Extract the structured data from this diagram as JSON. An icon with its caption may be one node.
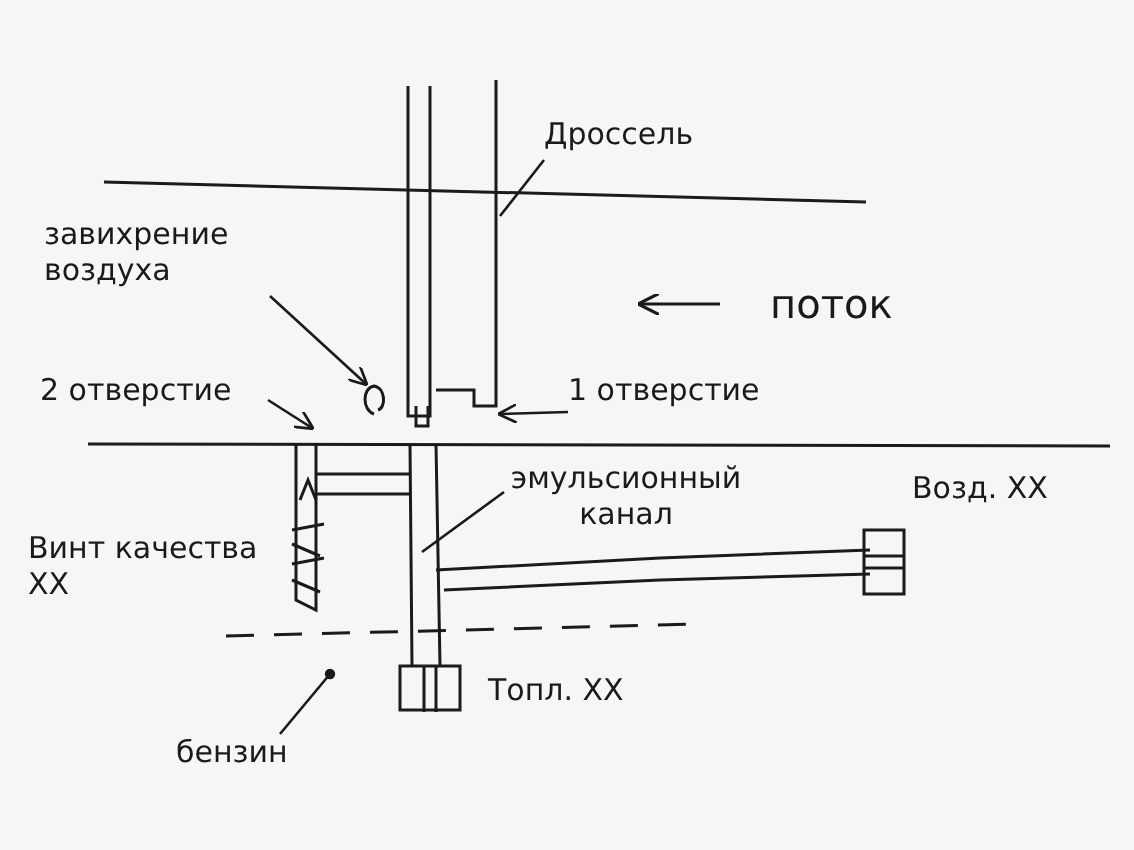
{
  "diagram": {
    "nodes": [
      {
        "text": [
          "Дроссель"
        ]
      },
      {
        "text": [],
        "shape": "bar"
      },
      {
        "text": [
          "завихрение воздуха"
        ]
      },
      {
        "text": [],
        "shape": "circle"
      },
      {
        "text": [
          "2 отверстие"
        ]
      },
      {
        "text": [
          "1 отверстие"
        ]
      },
      {
        "text": [
          "эмульсионный канал"
        ]
      },
      {
        "text": [
          "бензин"
        ]
      }
    ],
    "edges": [
      {
        "from": 0,
        "to": 1,
        "arrow": "none"
      },
      {
        "from": 2,
        "to": 3,
        "arrow": "to"
      },
      {
        "from": 4,
        "to": null,
        "arrow": "to"
      },
      {
        "from": 5,
        "to": 1,
        "arrow": "to"
      },
      {
        "from": 6,
        "to": null,
        "arrow": "none"
      },
      {
        "from": 7,
        "to": null,
        "arrow": "other"
      }
    ],
    "labels": [
      "поток",
      "Возд. XX",
      "Винт качества XX",
      "Топл. XX"
    ]
  }
}
